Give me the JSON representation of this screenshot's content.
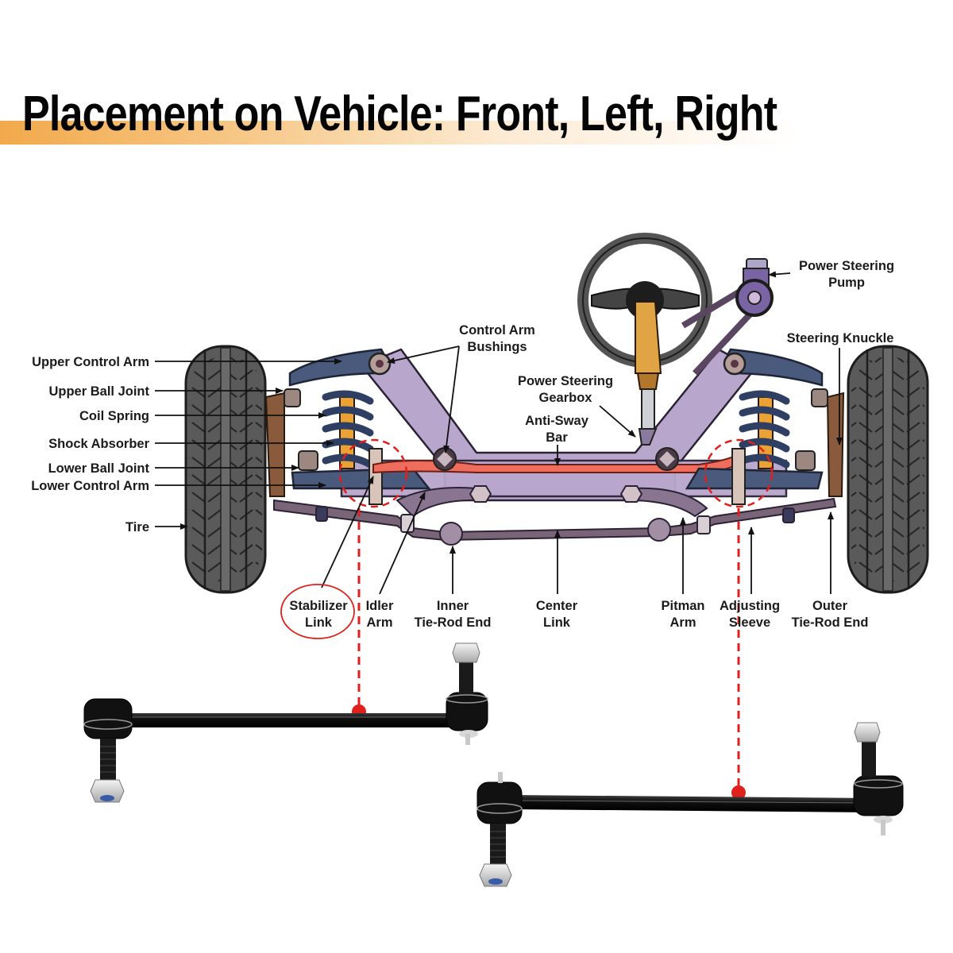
{
  "header": {
    "title": "Placement on Vehicle: Front, Left, Right",
    "banner_color": "#f2a94b"
  },
  "diagram": {
    "left_labels": [
      {
        "id": "upper-control-arm",
        "text": "Upper Control Arm"
      },
      {
        "id": "upper-ball-joint",
        "text": "Upper Ball Joint"
      },
      {
        "id": "coil-spring",
        "text": "Coil Spring"
      },
      {
        "id": "shock-absorber",
        "text": "Shock Absorber"
      },
      {
        "id": "lower-ball-joint",
        "text": "Lower Ball Joint"
      },
      {
        "id": "lower-control-arm",
        "text": "Lower Control Arm"
      },
      {
        "id": "tire",
        "text": "Tire"
      }
    ],
    "top_labels": {
      "control_arm_bushings": [
        "Control Arm",
        "Bushings"
      ],
      "power_steering_gearbox": [
        "Power Steering",
        "Gearbox"
      ],
      "anti_sway_bar": [
        "Anti-Sway",
        "Bar"
      ],
      "power_steering_pump": [
        "Power Steering",
        "Pump"
      ],
      "steering_knuckle": "Steering Knuckle"
    },
    "bottom_labels": [
      {
        "id": "stabilizer-link",
        "lines": [
          "Stabilizer",
          "Link"
        ],
        "highlighted": true
      },
      {
        "id": "idler-arm",
        "lines": [
          "Idler",
          "Arm"
        ]
      },
      {
        "id": "inner-tie-rod-end",
        "lines": [
          "Inner",
          "Tie-Rod End"
        ]
      },
      {
        "id": "center-link",
        "lines": [
          "Center",
          "Link"
        ]
      },
      {
        "id": "pitman-arm",
        "lines": [
          "Pitman",
          "Arm"
        ]
      },
      {
        "id": "adjusting-sleeve",
        "lines": [
          "Adjusting",
          "Sleeve"
        ]
      },
      {
        "id": "outer-tie-rod-end",
        "lines": [
          "Outer",
          "Tie-Rod End"
        ]
      }
    ],
    "colors": {
      "highlight": "#e0201c",
      "frame": "#b9a6cc",
      "arm": "#4a5a7c",
      "sway_bar": "#ef6d5c",
      "tire": "#555555",
      "knuckle": "#8a5a3c",
      "column": "#e0a445"
    }
  },
  "products": [
    {
      "id": "left-stabilizer-link",
      "side": "left"
    },
    {
      "id": "right-stabilizer-link",
      "side": "right"
    }
  ]
}
